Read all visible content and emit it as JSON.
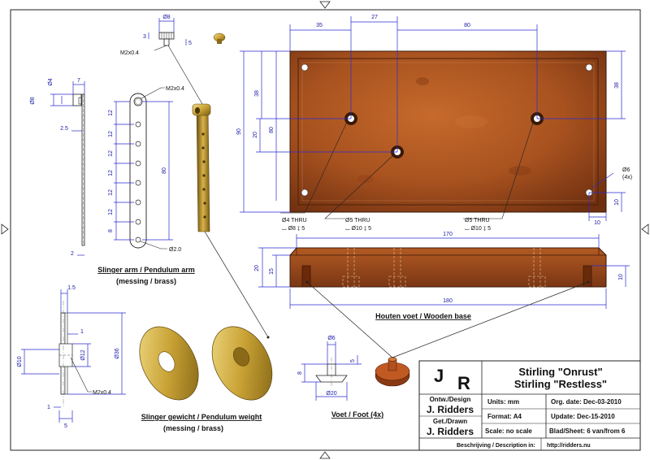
{
  "title_block": {
    "logo_j": "J",
    "logo_r": "R",
    "title_line1": "Stirling \"Onrust\"",
    "title_line2": "Stirling \"Restless\"",
    "design_label": "Ontw./Design",
    "design_name": "J. Ridders",
    "drawn_label": "Get./Drawn",
    "drawn_name": "J. Ridders",
    "units": "Units: mm",
    "format": "Format: A4",
    "scale": "Scale: no scale",
    "org_date": "Org. date: Dec-03-2010",
    "update": "Update: Dec-15-2010",
    "sheet": "Blad/Sheet: 6 van/from 6",
    "description_label": "Beschrijving / Description in:",
    "url": "http://ridders.nu"
  },
  "labels": {
    "pendulum_arm_1": "Slinger arm / Pendulum arm",
    "pendulum_arm_2": "(messing / brass)",
    "pendulum_weight_1": "Slinger gewicht / Pendulum weight",
    "pendulum_weight_2": "(messing / brass)",
    "foot": "Voet / Foot (4x)",
    "wooden_base": "Houten voet / Wooden base"
  },
  "notes": {
    "hole1_a": "Ø4 THRU",
    "hole1_b": "⌴ Ø8 ↧ 5",
    "hole2_a": "Ø5 THRU",
    "hole2_b": "⌴ Ø10 ↧ 5",
    "hole3_a": "Ø5 THRU",
    "hole3_b": "⌴ Ø10 ↧ 5",
    "corner_a": "Ø6",
    "corner_b": "(4x)",
    "thread_top": "M2x0.4",
    "thread_arm": "M2x0.4",
    "thread_weight": "M2x0.4",
    "arm_hole": "Ø2.0"
  },
  "dims": {
    "base_35": "35",
    "base_27": "27",
    "base_80": "80",
    "base_90": "90",
    "base_80v": "80",
    "base_20": "20",
    "base_38l": "38",
    "base_38r": "38",
    "base_10a": "10",
    "base_10b": "10",
    "side_170": "170",
    "side_180": "180",
    "side_20": "20",
    "side_15": "15",
    "side_10": "10",
    "pin_8": "Ø8",
    "pin_3": "3",
    "pin_5": "5",
    "arm_4": "Ø4",
    "arm_7": "7",
    "arm_8": "Ø8",
    "arm_25": "2.5",
    "arm_2": "2",
    "arm_12a": "12",
    "arm_12b": "12",
    "arm_12c": "12",
    "arm_12d": "12",
    "arm_12e": "12",
    "arm_12f": "12",
    "arm_8b": "8",
    "arm_80": "80",
    "w_15": "1.5",
    "w_1": "1",
    "w_10": "Ø10",
    "w_12": "Ø12",
    "w_36": "Ø36",
    "w_1b": "1",
    "w_5": "5",
    "foot_6": "Ø6",
    "foot_8": "8",
    "foot_5": "5",
    "foot_20": "Ø20"
  },
  "colors": {
    "wood": "#a8521f",
    "wood_dark": "#6e2f10",
    "brass": "#c9a235",
    "dimension": "#1a1aa6"
  }
}
